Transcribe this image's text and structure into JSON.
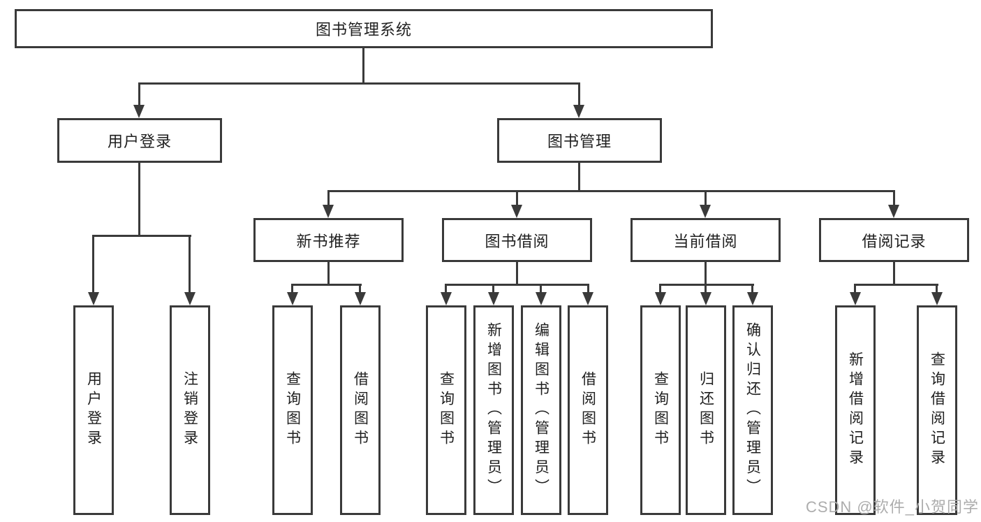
{
  "diagram": {
    "root": "图书管理系统",
    "level2": [
      "用户登录",
      "图书管理"
    ],
    "level3": [
      "新书推荐",
      "图书借阅",
      "当前借阅",
      "借阅记录"
    ],
    "leaves": [
      "用户登录",
      "注销登录",
      "查询图书",
      "借阅图书",
      "查询图书",
      "新增图书（管理员）",
      "编辑图书（管理员）",
      "借阅图书",
      "查询图书",
      "归还图书",
      "确认归还（管理员）",
      "新增借阅记录",
      "查询借阅记录"
    ]
  },
  "watermark": "CSDN @软件_小贺同学",
  "colors": {
    "line": "#3a3a3a",
    "text": "#1f1f1f",
    "watermark": "#adadad",
    "background": "#ffffff"
  }
}
